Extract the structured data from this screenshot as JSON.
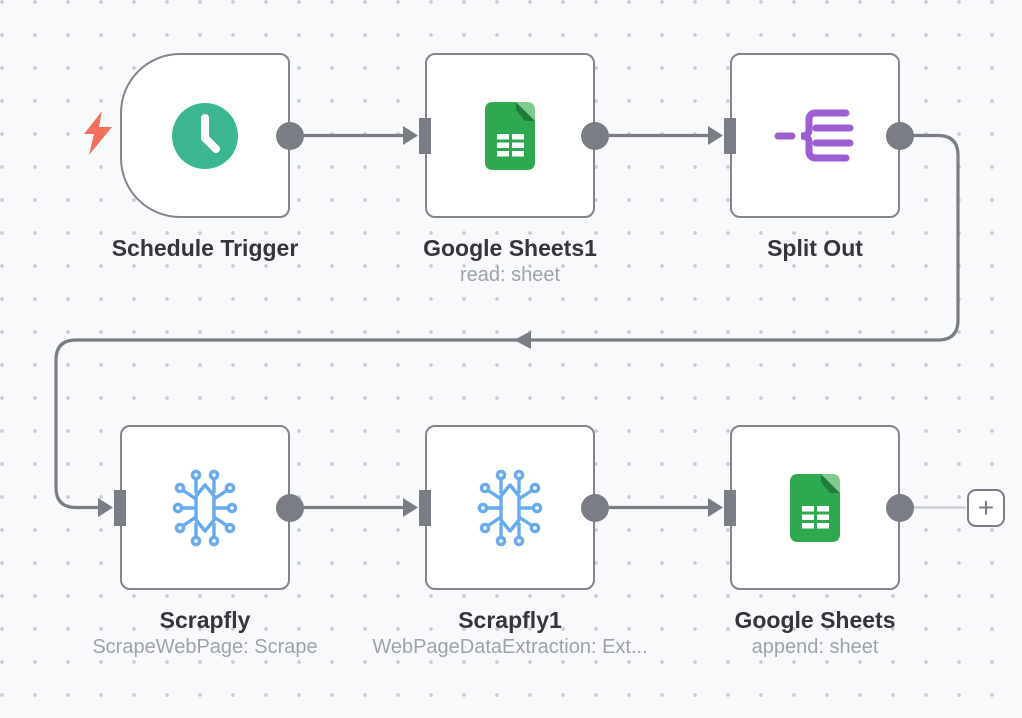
{
  "canvas": {
    "background": "#f8f9fb",
    "dot_color": "#c9ccd8",
    "connector_color": "#7a7d85",
    "faint_connector_color": "#c9ccd4",
    "node_border_color": "#83858d"
  },
  "nodes": [
    {
      "title": "Schedule Trigger",
      "subtitle": "",
      "icon": "clock-icon",
      "icon_color": "#3cb690"
    },
    {
      "title": "Google Sheets1",
      "subtitle": "read: sheet",
      "icon": "google-sheets-icon",
      "icon_color": "#2fa94f"
    },
    {
      "title": "Split Out",
      "subtitle": "",
      "icon": "split-out-icon",
      "icon_color": "#9d5ed3"
    },
    {
      "title": "Scrapfly",
      "subtitle": "ScrapeWebPage: Scrape",
      "icon": "spider-circuit-icon",
      "icon_color": "#66aaf0"
    },
    {
      "title": "Scrapfly1",
      "subtitle": "WebPageDataExtraction: Ext...",
      "icon": "spider-circuit-icon",
      "icon_color": "#66aaf0"
    },
    {
      "title": "Google Sheets",
      "subtitle": "append: sheet",
      "icon": "google-sheets-icon",
      "icon_color": "#2fa94f"
    }
  ],
  "trigger_badge": {
    "bolt_color": "#f4705c"
  },
  "add_button": {
    "label": "+"
  }
}
